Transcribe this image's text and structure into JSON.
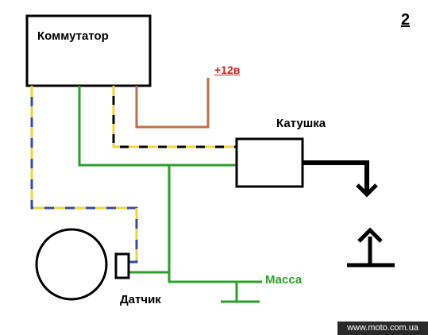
{
  "labels": {
    "commutator": "Коммутатор",
    "plus12v": "+12в",
    "coil": "Катушка",
    "mass": "Масса",
    "sensor": "Датчик",
    "diagram_number": "2"
  },
  "watermark": "www.moto.com.ua",
  "colors": {
    "wire_green": "#2aa22a",
    "wire_brown": "#b8734a",
    "wire_blue": "#3a4aa0",
    "wire_yellow": "#f2d43a",
    "wire_black": "#000000",
    "label_red": "#d02020",
    "label_green": "#2aa22a"
  }
}
